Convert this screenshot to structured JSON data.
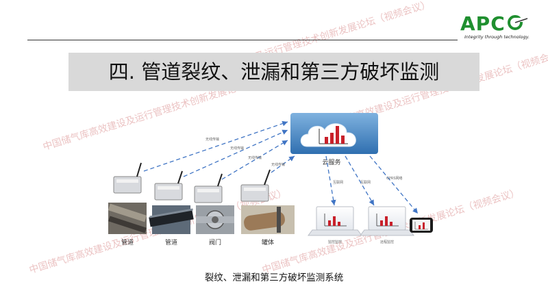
{
  "logo": {
    "brand": "APC",
    "tagline": "Integrity through technology."
  },
  "title": "四. 管道裂纹、泄漏和第三方破坏监测",
  "watermark": "中国储气库高效建设及运行管理技术创新发展论坛（视频会议）",
  "diagram": {
    "cloud_label": "云服务",
    "sites": [
      "管道",
      "管道",
      "阀门",
      "罐体"
    ],
    "links_to_cloud": [
      "无线传输",
      "无线传输",
      "无线传输",
      "无线传输"
    ],
    "links_from_cloud": [
      "互联网",
      "互联网",
      "GPRS网络"
    ],
    "terminals": [
      "监控监控",
      "远程监控"
    ]
  },
  "caption": "裂纹、泄漏和第三方破坏监测系统",
  "colors": {
    "logo_green": "#1f8f2f",
    "title_band": "#d9d9d9",
    "arrow_blue": "#3f74c4",
    "chart_red": "#c8202a",
    "watermark": "#d27878"
  }
}
